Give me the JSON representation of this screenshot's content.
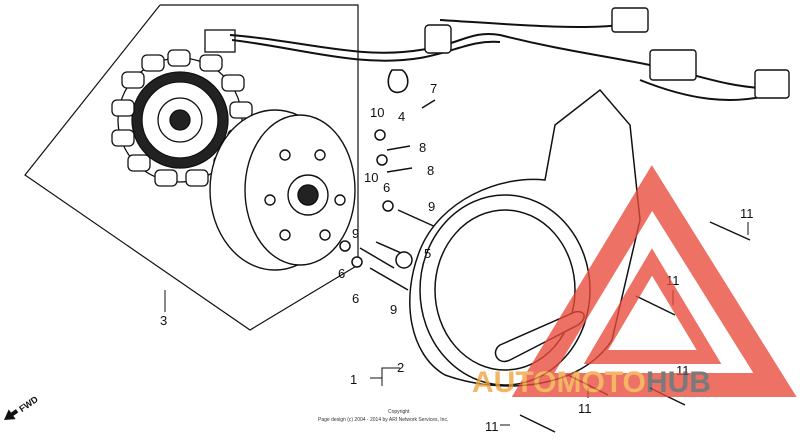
{
  "callouts": [
    "1",
    "2",
    "3",
    "4",
    "5",
    "6",
    "6",
    "6",
    "7",
    "8",
    "8",
    "9",
    "9",
    "9",
    "10",
    "10",
    "11",
    "11",
    "11",
    "11",
    "11"
  ],
  "fwd_label": "FWD",
  "copyright_line1": "Copyright",
  "copyright_line2": "Page design (c) 2004 - 2014 by ARI Network Services, Inc.",
  "watermark": {
    "part1": "AUTOMOTO",
    "part2": "HUB",
    "color_part1": "#f2a23a",
    "color_part2": "#555555",
    "triangle_color": "#e84a3a"
  }
}
